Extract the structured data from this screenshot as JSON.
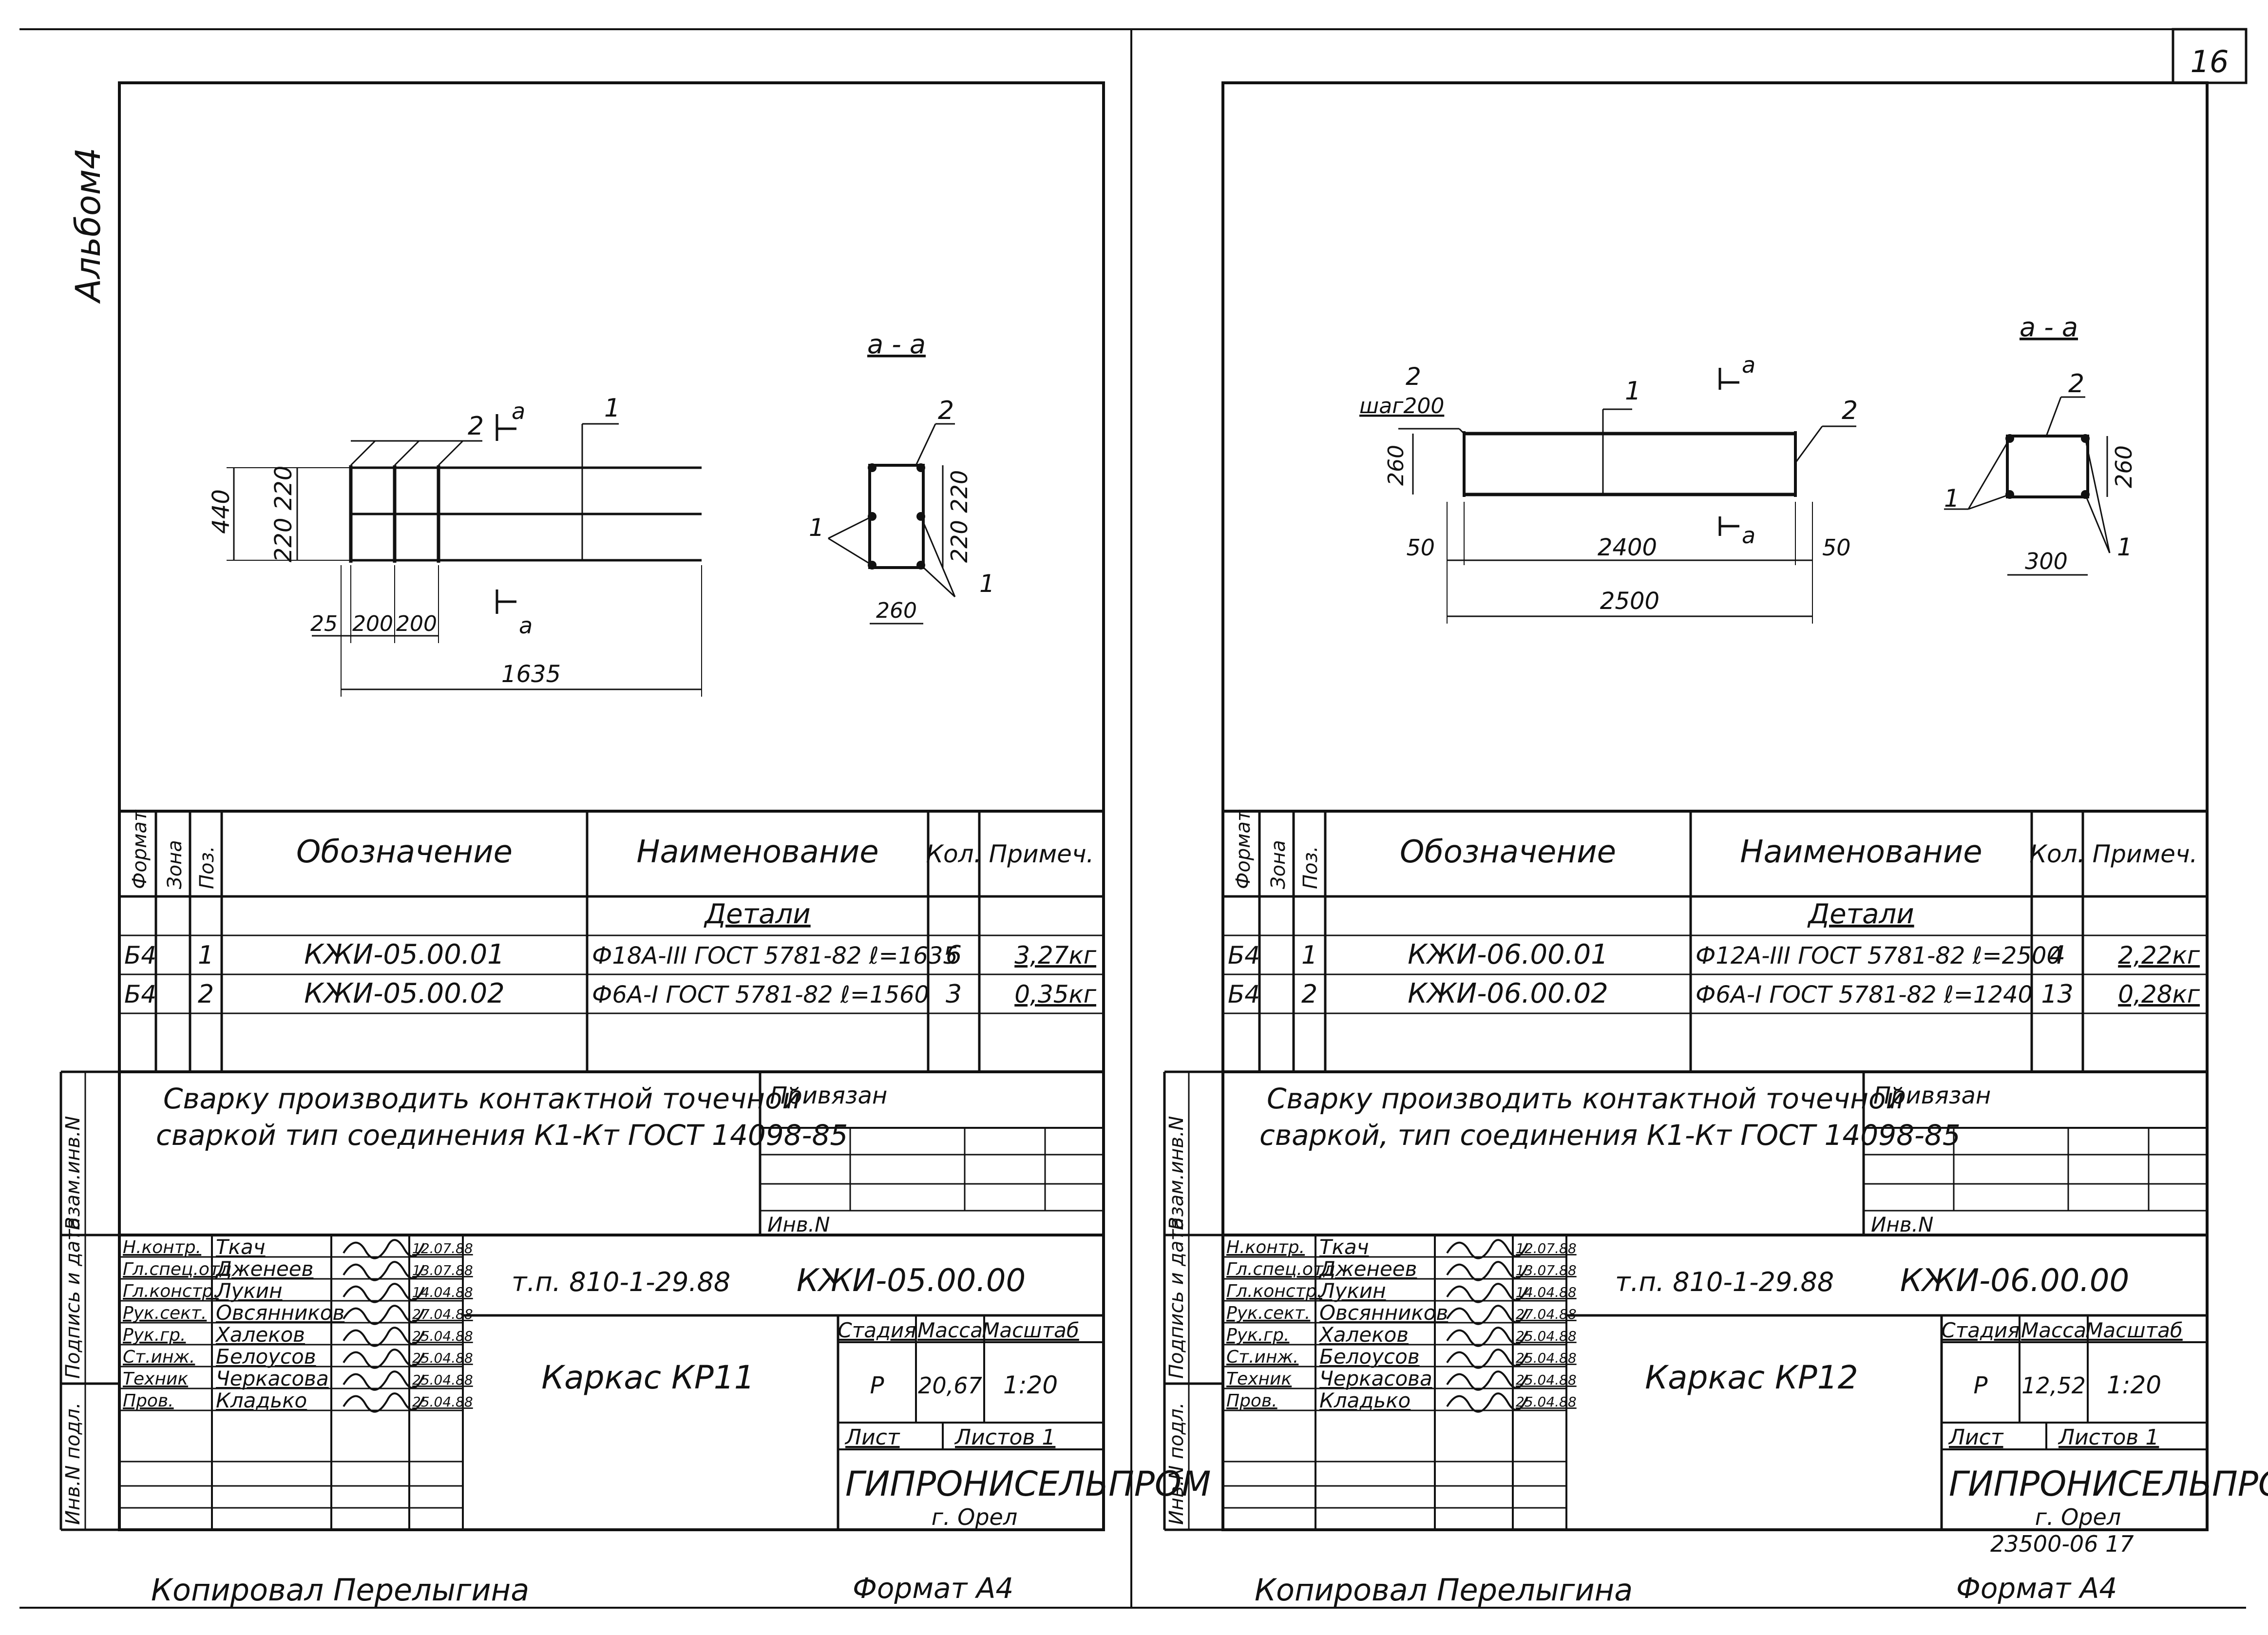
{
  "album_label": "Альбом4",
  "page_number": "16",
  "sheets": [
    {
      "id": "left",
      "section_label": "а - а",
      "pos_labels": {
        "p1": "1",
        "p2": "2",
        "cut_letter": "а",
        "sec_p1": "1",
        "sec_p2": "2"
      },
      "dims": {
        "total_height": "440",
        "cell_heights": "220 220",
        "first_offset": "25",
        "spacing_1": "200",
        "spacing_2": "200",
        "total_length": "1635",
        "sec_height": "220 220",
        "sec_width": "260"
      },
      "table_headers": {
        "format": "Формат",
        "zone": "Зона",
        "pos": "Поз.",
        "designation": "Обозначение",
        "name": "Наименование",
        "qty": "Кол.",
        "note": "Примеч."
      },
      "section_title": "Детали",
      "rows": [
        {
          "format": "Б4",
          "pos": "1",
          "designation": "КЖИ-05.00.01",
          "name": "Ф18А-III ГОСТ 5781-82 ℓ=1635",
          "qty": "6",
          "note": "3,27кг"
        },
        {
          "format": "Б4",
          "pos": "2",
          "designation": "КЖИ-05.00.02",
          "name": "Ф6А-I ГОСТ 5781-82 ℓ=1560",
          "qty": "3",
          "note": "0,35кг"
        }
      ],
      "welding_note_1": "Сварку производить контактной точечной",
      "welding_note_2": "сваркой тип соединения К1-Кт ГОСТ 14098-85",
      "privyazan": "Привязан",
      "inv_n": "Инв.N",
      "side_labels": {
        "vzam": "Взам.инв.N",
        "podpis": "Подпись и дата",
        "inv_podl": "Инв.N подл."
      },
      "staff": [
        {
          "role": "Н.контр.",
          "name": "Ткач",
          "date": "12.07.88"
        },
        {
          "role": "Гл.спец.отд",
          "name": "Дженеев",
          "date": "13.07.88"
        },
        {
          "role": "Гл.констр.",
          "name": "Лукин",
          "date": "14.04.88"
        },
        {
          "role": "Рук.сект.",
          "name": "Овсянников",
          "date": "27.04.88"
        },
        {
          "role": "Рук.гр.",
          "name": "Халеков",
          "date": "25.04.88"
        },
        {
          "role": "Ст.инж.",
          "name": "Белоусов",
          "date": "25.04.88"
        },
        {
          "role": "Техник",
          "name": "Черкасова",
          "date": "25.04.88"
        },
        {
          "role": "Пров.",
          "name": "Кладько",
          "date": "25.04.88"
        }
      ],
      "project": "т.п. 810-1-29.88",
      "doc_code": "КЖИ-05.00.00",
      "title": "Каркас КР11",
      "stage_label": "Стадия",
      "mass_label": "Масса",
      "scale_label": "Масштаб",
      "stage": "Р",
      "mass": "20,67",
      "scale": "1:20",
      "sheet_label": "Лист",
      "sheets_label": "Листов 1",
      "org": "ГИПРОНИСЕЛЬПРОМ",
      "city": "г. Орел",
      "copied": "Копировал Перелыгина",
      "format": "Формат А4",
      "archive": ""
    },
    {
      "id": "right",
      "section_label": "а - а",
      "pos_labels": {
        "p1": "1",
        "p2": "2",
        "cut_letter": "а",
        "sec_p1": "1",
        "sec_p2": "2"
      },
      "dims": {
        "step_label": "2",
        "step": "шаг200",
        "height": "260",
        "first_offset": "50",
        "mid": "2400",
        "last_offset": "50",
        "total_length": "2500",
        "sec_height": "260",
        "sec_width": "300"
      },
      "table_headers": {
        "format": "Формат",
        "zone": "Зона",
        "pos": "Поз.",
        "designation": "Обозначение",
        "name": "Наименование",
        "qty": "Кол.",
        "note": "Примеч."
      },
      "section_title": "Детали",
      "rows": [
        {
          "format": "Б4",
          "pos": "1",
          "designation": "КЖИ-06.00.01",
          "name": "Ф12А-III ГОСТ 5781-82 ℓ=2500",
          "qty": "4",
          "note": "2,22кг"
        },
        {
          "format": "Б4",
          "pos": "2",
          "designation": "КЖИ-06.00.02",
          "name": "Ф6А-I ГОСТ 5781-82 ℓ=1240",
          "qty": "13",
          "note": "0,28кг"
        }
      ],
      "welding_note_1": "Сварку производить контактной точечной",
      "welding_note_2": "сваркой, тип соединения К1-Кт ГОСТ 14098-85",
      "privyazan": "Привязан",
      "inv_n": "Инв.N",
      "side_labels": {
        "vzam": "Взам.инв.N",
        "podpis": "Подпись и дата",
        "inv_podl": "Инв.N подл."
      },
      "staff": [
        {
          "role": "Н.контр.",
          "name": "Ткач",
          "date": "12.07.88"
        },
        {
          "role": "Гл.спец.отд",
          "name": "Дженеев",
          "date": "13.07.88"
        },
        {
          "role": "Гл.констр.",
          "name": "Лукин",
          "date": "14.04.88"
        },
        {
          "role": "Рук.сект.",
          "name": "Овсянников",
          "date": "27.04.88"
        },
        {
          "role": "Рук.гр.",
          "name": "Халеков",
          "date": "25.04.88"
        },
        {
          "role": "Ст.инж.",
          "name": "Белоусов",
          "date": "25.04.88"
        },
        {
          "role": "Техник",
          "name": "Черкасова",
          "date": "25.04.88"
        },
        {
          "role": "Пров.",
          "name": "Кладько",
          "date": "25.04.88"
        }
      ],
      "project": "т.п. 810-1-29.88",
      "doc_code": "КЖИ-06.00.00",
      "title": "Каркас КР12",
      "stage_label": "Стадия",
      "mass_label": "Масса",
      "scale_label": "Масштаб",
      "stage": "Р",
      "mass": "12,52",
      "scale": "1:20",
      "sheet_label": "Лист",
      "sheets_label": "Листов 1",
      "org": "ГИПРОНИСЕЛЬПРОМ",
      "city": "г. Орел",
      "copied": "Копировал Перелыгина",
      "format": "Формат А4",
      "archive": "23500-06  17"
    }
  ]
}
